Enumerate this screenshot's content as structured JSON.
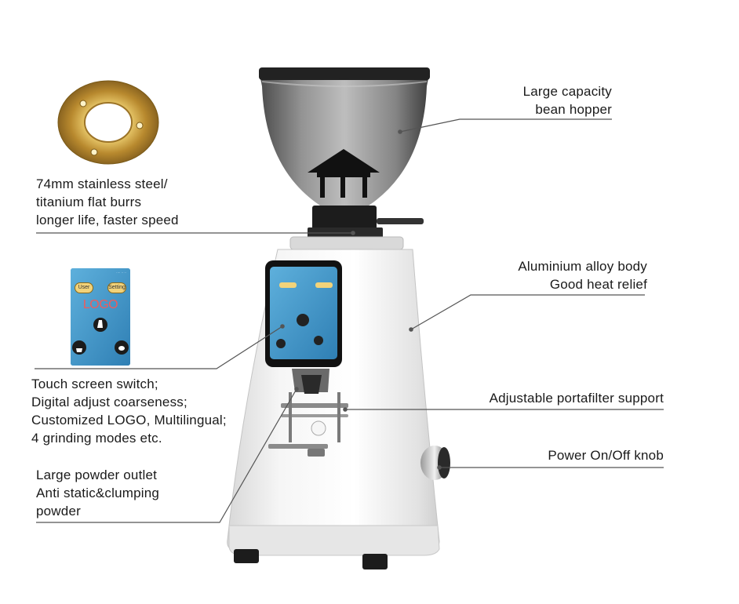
{
  "labels": {
    "hopper": [
      "Large capacity",
      "bean hopper"
    ],
    "burrs": [
      "74mm stainless steel/",
      "titanium flat burrs",
      "longer life, faster speed"
    ],
    "body": [
      "Aluminium alloy body",
      "Good heat relief"
    ],
    "touch": [
      "Touch screen switch;",
      "Digital adjust coarseness;",
      "Customized LOGO, Multilingual;",
      "4 grinding modes etc."
    ],
    "portafilter": [
      "Adjustable portafilter support"
    ],
    "knob": [
      "Power On/Off knob"
    ],
    "outlet": [
      "Large powder outlet",
      "Anti static&clumping",
      "powder"
    ]
  },
  "screen_inset": {
    "btn_left": "User",
    "btn_right": "Setting",
    "logo": "LOGO"
  },
  "colors": {
    "leader_line": "#555555",
    "machine_body": "#eeeeee",
    "screen_bg": "#3d8fc2",
    "burr_gold": "#c9a24a"
  },
  "icons": [
    "burr-ring-icon",
    "touch-icon",
    "cup-icon",
    "beans-icon"
  ]
}
